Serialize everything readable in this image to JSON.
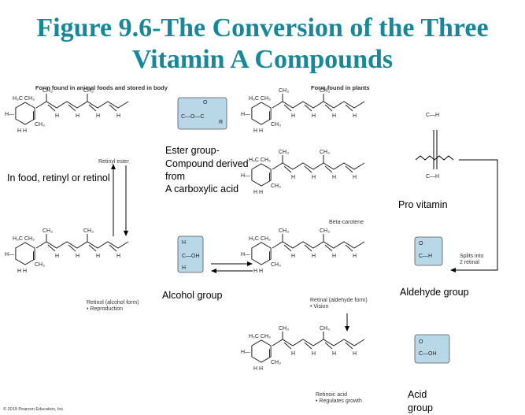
{
  "title_line1": "Figure 9.6-The Conversion of the Three",
  "title_line2": "Vitamin A Compounds",
  "header_animal": "Form found in animal foods and stored in body",
  "header_plants": "Form found in plants",
  "retinyl_ester": "Retinyl ester",
  "ester_label": [
    "Ester group-",
    "Compound derived",
    "from",
    "A carboxylic acid"
  ],
  "food_label": "In food, retinyl or retinol",
  "beta_carotene": "Beta-carotene",
  "pro_vitamin": "Pro vitamin",
  "splits": [
    "Splits into",
    "2 retinal"
  ],
  "retinol_caption": [
    "Retinol (alcohol form)",
    "• Reproduction"
  ],
  "alcohol_group": "Alcohol group",
  "retinal_caption": [
    "Retinal (aldehyde form)",
    "• Vision"
  ],
  "aldehyde_group": "Aldehyde group",
  "retinoic_caption": [
    "Retinoic acid",
    "• Regulates growth"
  ],
  "acid_group": [
    "Acid",
    "group"
  ],
  "copyright": "© 2019 Pearson Education, Inc.",
  "colors": {
    "title": "#17879a",
    "highlight_box": "#b8d8e8"
  }
}
